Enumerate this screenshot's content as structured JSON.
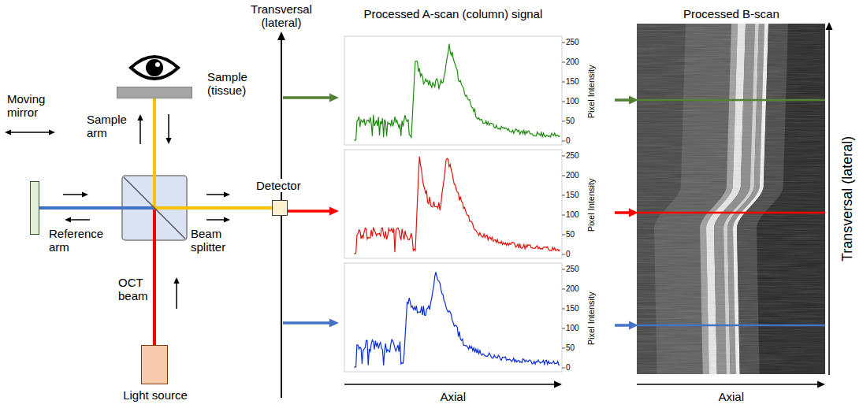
{
  "diagram": {
    "nodes": [
      {
        "text": [
          "Sample (tissue)"
        ]
      },
      {
        "text": [
          "Moving mirror"
        ]
      },
      {
        "text": [
          "Beam splitter"
        ]
      },
      {
        "text": [
          "Detector"
        ]
      },
      {
        "text": [
          "Light source"
        ]
      }
    ],
    "edges": [
      {
        "from": 4,
        "to": 2,
        "arrow": "none"
      },
      {
        "from": 2,
        "to": 0,
        "arrow": "none"
      },
      {
        "from": 2,
        "to": 1,
        "arrow": "none"
      },
      {
        "from": 2,
        "to": 3,
        "arrow": "none"
      }
    ],
    "labels": [
      "Transversal (lateral)",
      "Processed A-scan (column) signal",
      "Processed B-scan",
      "Sample arm",
      "Reference arm",
      "OCT beam",
      "250",
      "200",
      "150",
      "100",
      "50",
      "0",
      "Pixel Intensity",
      "250",
      "200",
      "150",
      "100",
      "50",
      "0",
      "Pixel Intensity",
      "250",
      "200",
      "150",
      "100",
      "50",
      "0",
      "Pixel Intensity",
      "Transversal (lateral)",
      "Axial",
      "Axial"
    ]
  }
}
